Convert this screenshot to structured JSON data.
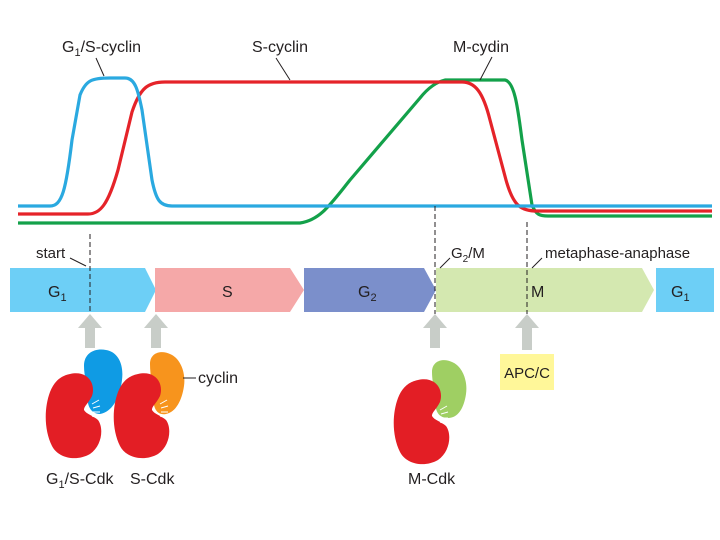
{
  "curves": {
    "g1s_cyclin": {
      "label": "G1/S-cyclin",
      "main": "G",
      "sub": "1",
      "rest": "/S-cyclin",
      "color": "#2aa9e0"
    },
    "s_cyclin": {
      "label": "S-cyclin",
      "color": "#e52329"
    },
    "m_cyclin": {
      "label": "M-cydin",
      "color": "#13a14a"
    }
  },
  "phases": [
    {
      "name": "G1",
      "main": "G",
      "sub": "1",
      "color": "#6dcff6"
    },
    {
      "name": "S",
      "main": "S",
      "sub": "",
      "color": "#f5a8a8"
    },
    {
      "name": "G2",
      "main": "G",
      "sub": "2",
      "color": "#7b8fcb"
    },
    {
      "name": "M",
      "main": "M",
      "sub": "",
      "color": "#d4e8b0"
    },
    {
      "name": "G1",
      "main": "G",
      "sub": "1",
      "color": "#6dcff6"
    }
  ],
  "checkpoints": {
    "start": {
      "label": "start"
    },
    "g2m": {
      "label": "G2/M",
      "main": "G",
      "sub": "2",
      "rest": "/M"
    },
    "metaphase_anaphase": {
      "label": "metaphase-anaphase"
    }
  },
  "complexes": {
    "g1s_cdk": {
      "label": "G1/S-Cdk",
      "main": "G",
      "sub": "1",
      "rest": "/S-Cdk",
      "cyclin_color": "#0f9be4"
    },
    "s_cdk": {
      "label": "S-Cdk",
      "cyclin_color": "#f7941d",
      "cyclin_label": "cyclin"
    },
    "m_cdk": {
      "label": "M-Cdk",
      "cyclin_color": "#9fcf63"
    },
    "apc_c": {
      "label": "APC/C"
    },
    "cdk_color": "#e31e25"
  },
  "arrow_color": "#c8cdc8"
}
